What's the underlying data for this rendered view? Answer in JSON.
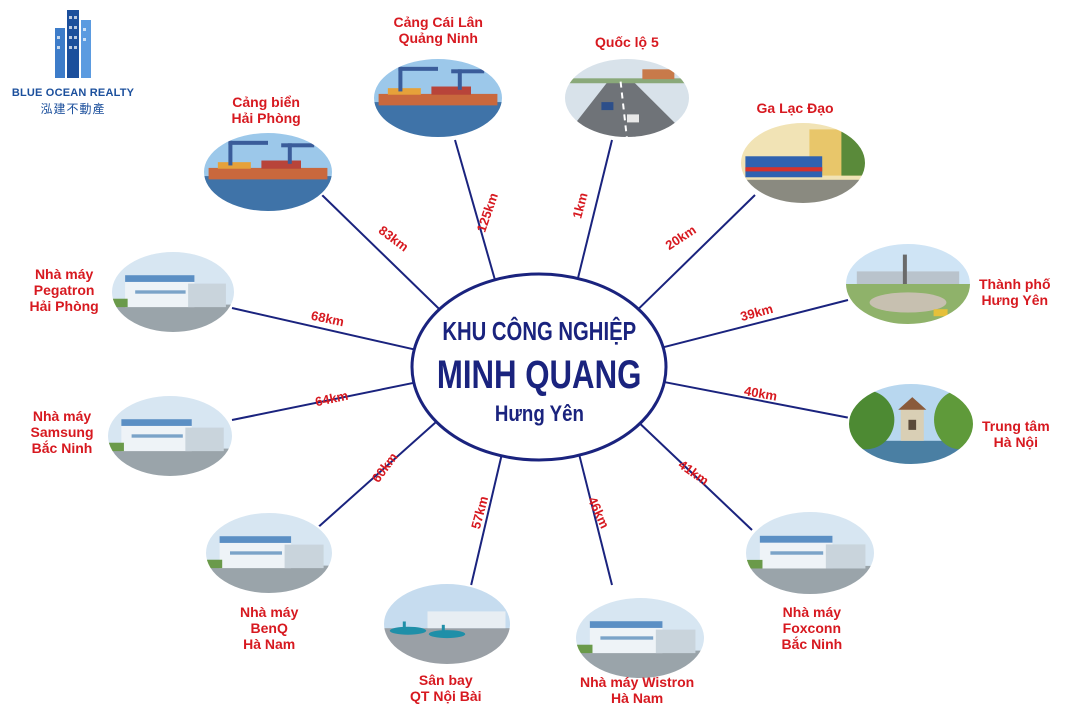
{
  "logo": {
    "name": "BLUE OCEAN REALTY",
    "subtitle": "泓建不動產",
    "icon": "building-icon"
  },
  "center": {
    "line1": "KHU CÔNG NGHIỆP",
    "line2": "MINH QUANG",
    "line3": "Hưng Yên"
  },
  "colors": {
    "accent": "#d71920",
    "ellipse": "#1a237e",
    "line": "#1a237e"
  },
  "destinations": [
    {
      "id": "cang-cai-lan",
      "label": [
        "Cảng Cái Lân",
        "Quảng Ninh"
      ],
      "distance": "125km",
      "photo": "port-icon"
    },
    {
      "id": "quoc-lo-5",
      "label": [
        "Quốc lộ 5"
      ],
      "distance": "1km",
      "photo": "highway-icon"
    },
    {
      "id": "ga-lac-dao",
      "label": [
        "Ga Lạc Đạo"
      ],
      "distance": "20km",
      "photo": "train-station-icon"
    },
    {
      "id": "thanh-pho-hung-yen",
      "label": [
        "Thành phố",
        "Hưng Yên"
      ],
      "distance": "39km",
      "photo": "city-icon"
    },
    {
      "id": "trung-tam-ha-noi",
      "label": [
        "Trung tâm",
        "Hà Nội"
      ],
      "distance": "40km",
      "photo": "tower-lake-icon"
    },
    {
      "id": "foxconn-bac-ninh",
      "label": [
        "Nhà máy",
        "Foxconn",
        "Bắc Ninh"
      ],
      "distance": "41km",
      "photo": "factory-icon"
    },
    {
      "id": "wistron-ha-nam",
      "label": [
        "Nhà máy Wistron",
        "Hà Nam"
      ],
      "distance": "46km",
      "photo": "factory-icon"
    },
    {
      "id": "san-bay-noi-bai",
      "label": [
        "Sân bay",
        "QT Nội Bài"
      ],
      "distance": "57km",
      "photo": "airport-icon"
    },
    {
      "id": "benq-ha-nam",
      "label": [
        "Nhà máy",
        "BenQ",
        "Hà Nam"
      ],
      "distance": "60km",
      "photo": "factory-icon"
    },
    {
      "id": "samsung-bac-ninh",
      "label": [
        "Nhà máy",
        "Samsung",
        "Bắc Ninh"
      ],
      "distance": "64km",
      "photo": "factory-icon"
    },
    {
      "id": "pegatron-hai-phong",
      "label": [
        "Nhà máy",
        "Pegatron",
        "Hải Phòng"
      ],
      "distance": "68km",
      "photo": "factory-icon"
    },
    {
      "id": "cang-hai-phong",
      "label": [
        "Cảng biển",
        "Hải Phòng"
      ],
      "distance": "83km",
      "photo": "port-icon"
    }
  ]
}
